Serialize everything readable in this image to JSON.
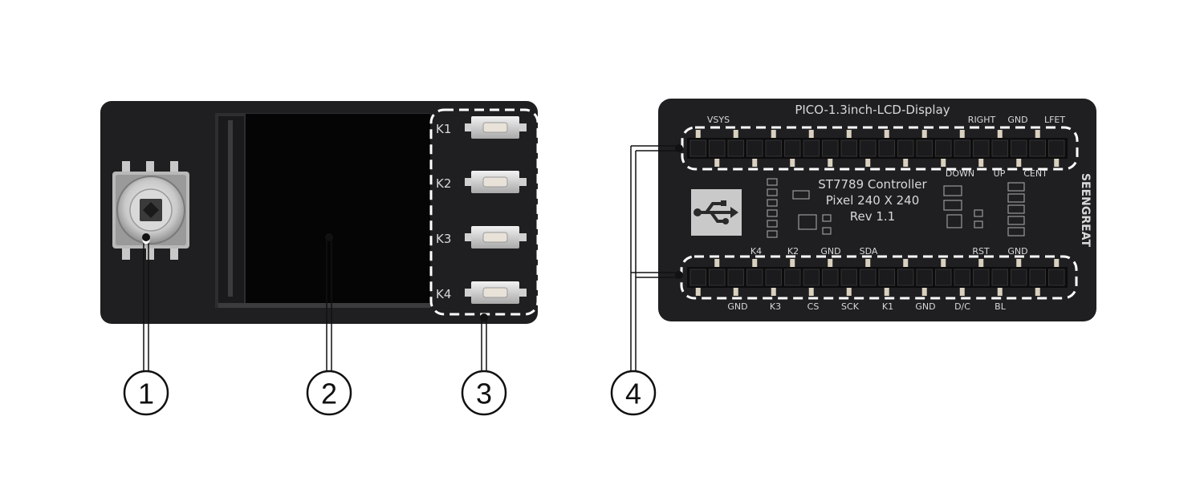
{
  "front_board": {
    "key_labels": [
      "K1",
      "K2",
      "K3",
      "K4"
    ]
  },
  "back_board": {
    "title": "PICO-1.3inch-LCD-Display",
    "brand": "SEENGREAT",
    "controller_lines": [
      "ST7789 Controller",
      "Pixel 240 X 240",
      "Rev 1.1"
    ],
    "top_pin_labels": [
      "VSYS",
      "RIGHT",
      "GND",
      "LFET"
    ],
    "mid_top_labels": [
      "DOWN",
      "UP",
      "CENT"
    ],
    "mid_bottom_labels": [
      "K4",
      "K2",
      "GND",
      "SDA",
      "RST",
      "GND"
    ],
    "bottom_pin_labels": [
      "GND",
      "K3",
      "CS",
      "SCK",
      "K1",
      "GND",
      "D/C",
      "BL"
    ]
  },
  "callouts": [
    "1",
    "2",
    "3",
    "4"
  ]
}
